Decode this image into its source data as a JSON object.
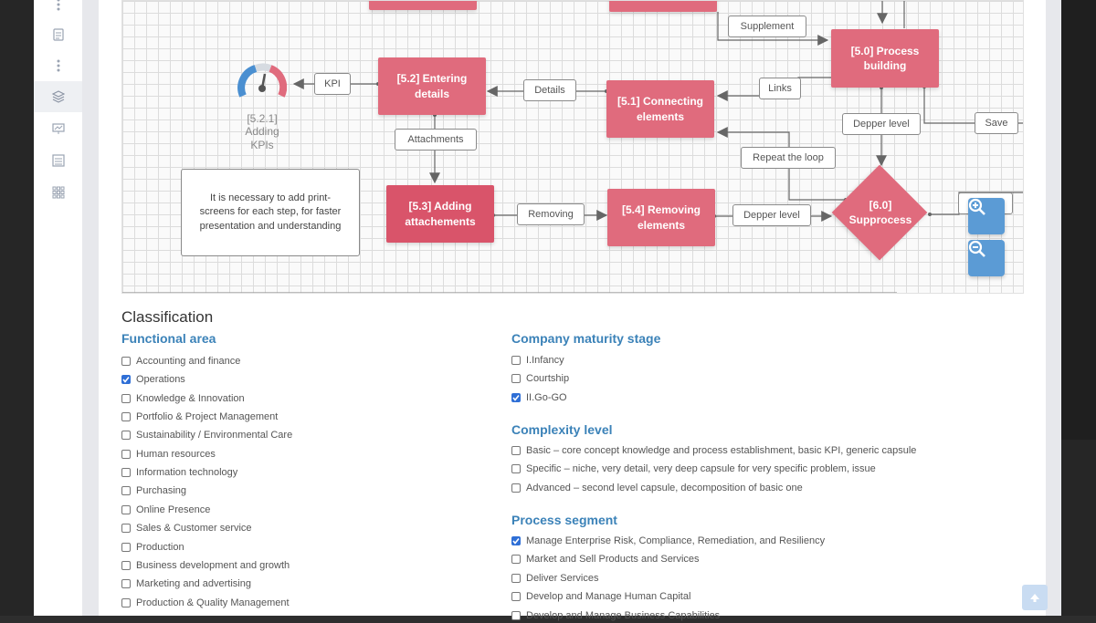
{
  "diagram": {
    "nodes": {
      "process_building": "[5.0] Process\nbuilding",
      "entering_details": "[5.2] Entering\ndetails",
      "connecting_elements": "[5.1] Connecting\nelements",
      "adding_attachements": "[5.3] Adding\nattachements",
      "removing_elements": "[5.4] Removing\nelements",
      "suppocess": "[6.0]\nSupprocess"
    },
    "edge_labels": {
      "supplement": "Supplement",
      "kpi": "KPI",
      "details": "Details",
      "links": "Links",
      "depper_level_top": "Depper level",
      "save": "Save",
      "attachments": "Attachments",
      "repeat_the_loop": "Repeat the loop",
      "removing": "Removing",
      "depper_level_bottom": "Depper level"
    },
    "gauge_label": "[5.2.1]\nAdding\nKPIs",
    "note": "It is necessary to add print-screens for each step, for faster presentation and understanding"
  },
  "classification": {
    "title": "Classification",
    "functional_area": {
      "title": "Functional area",
      "items": [
        {
          "label": "Accounting and finance",
          "checked": false
        },
        {
          "label": "Operations",
          "checked": true
        },
        {
          "label": "Knowledge & Innovation",
          "checked": false
        },
        {
          "label": "Portfolio & Project Management",
          "checked": false
        },
        {
          "label": "Sustainability / Environmental Care",
          "checked": false
        },
        {
          "label": "Human resources",
          "checked": false
        },
        {
          "label": "Information technology",
          "checked": false
        },
        {
          "label": "Purchasing",
          "checked": false
        },
        {
          "label": "Online Presence",
          "checked": false
        },
        {
          "label": "Sales & Customer service",
          "checked": false
        },
        {
          "label": "Production",
          "checked": false
        },
        {
          "label": "Business development and growth",
          "checked": false
        },
        {
          "label": "Marketing and advertising",
          "checked": false
        },
        {
          "label": "Production & Quality Management",
          "checked": false
        }
      ]
    },
    "company_maturity": {
      "title": "Company maturity stage",
      "items": [
        {
          "label": "I.Infancy",
          "checked": false
        },
        {
          "label": "Courtship",
          "checked": false
        },
        {
          "label": "II.Go-GO",
          "checked": true
        }
      ]
    },
    "complexity": {
      "title": "Complexity level",
      "items": [
        {
          "label": "Basic – core concept knowledge and process establishment, basic KPI, generic capsule",
          "checked": false
        },
        {
          "label": "Specific – niche, very detail, very deep capsule for very specific problem, issue",
          "checked": false
        },
        {
          "label": "Advanced – second level capsule, decomposition of basic one",
          "checked": false
        }
      ]
    },
    "process_segment": {
      "title": "Process segment",
      "items": [
        {
          "label": "Manage Enterprise Risk, Compliance, Remediation, and Resiliency",
          "checked": true
        },
        {
          "label": "Market and Sell Products and Services",
          "checked": false
        },
        {
          "label": "Deliver Services",
          "checked": false
        },
        {
          "label": "Develop and Manage Human Capital",
          "checked": false
        },
        {
          "label": "Develop and Manage Business Capabilities",
          "checked": false
        }
      ]
    }
  },
  "icons": {
    "zoom_in": "zoom-in-icon",
    "zoom_out": "zoom-out-icon",
    "scroll_top": "arrow-up-icon"
  },
  "colors": {
    "node": "#e06b7d",
    "accent_blue": "#5b9bd5",
    "section_blue": "#3b82b8",
    "checkbox": "#2f6fd6"
  }
}
